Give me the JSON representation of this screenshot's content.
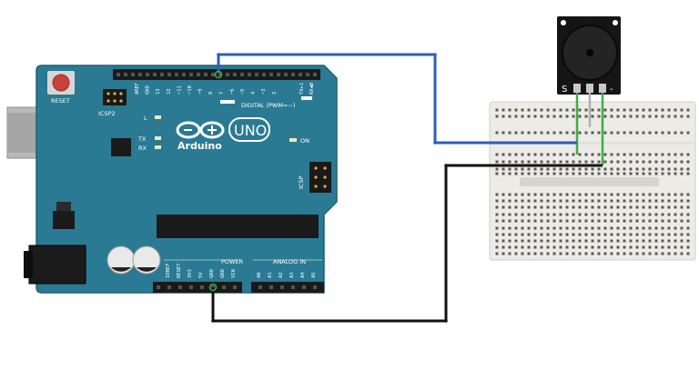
{
  "board": {
    "brand": "Arduino",
    "model": "UNO",
    "reset_label": "RESET",
    "icsp2_label": "ICSP2",
    "icsp_label": "ICSP",
    "led_l_label": "L",
    "led_tx_label": "TX",
    "led_rx_label": "RX",
    "on_label": "ON",
    "digital_label": "DIGITAL (PWM=~)",
    "tx_pin_label": "TX▸1",
    "rx_pin_label": "RX◀0",
    "power_label": "POWER",
    "analog_label": "ANALOG IN",
    "digital_pins": [
      "AREF",
      "GND",
      "13",
      "12",
      "~11",
      "~10",
      "~9",
      "8",
      "7",
      "~6",
      "~5",
      "4",
      "~3",
      "2"
    ],
    "power_pins": [
      "IOREF",
      "RESET",
      "3V3",
      "5V",
      "GND",
      "GND",
      "VIN"
    ],
    "analog_pins": [
      "A0",
      "A1",
      "A2",
      "A3",
      "A4",
      "A5"
    ]
  },
  "buzzer": {
    "pin_labels": [
      "S",
      "-"
    ]
  },
  "colors": {
    "board": "#2a7a93",
    "board_edge": "#1f6076",
    "signal_wire": "#2b5fb9",
    "ground_wire": "#111111",
    "module_leg_wire": "#3fae45",
    "breadboard": "#ecebe6"
  }
}
